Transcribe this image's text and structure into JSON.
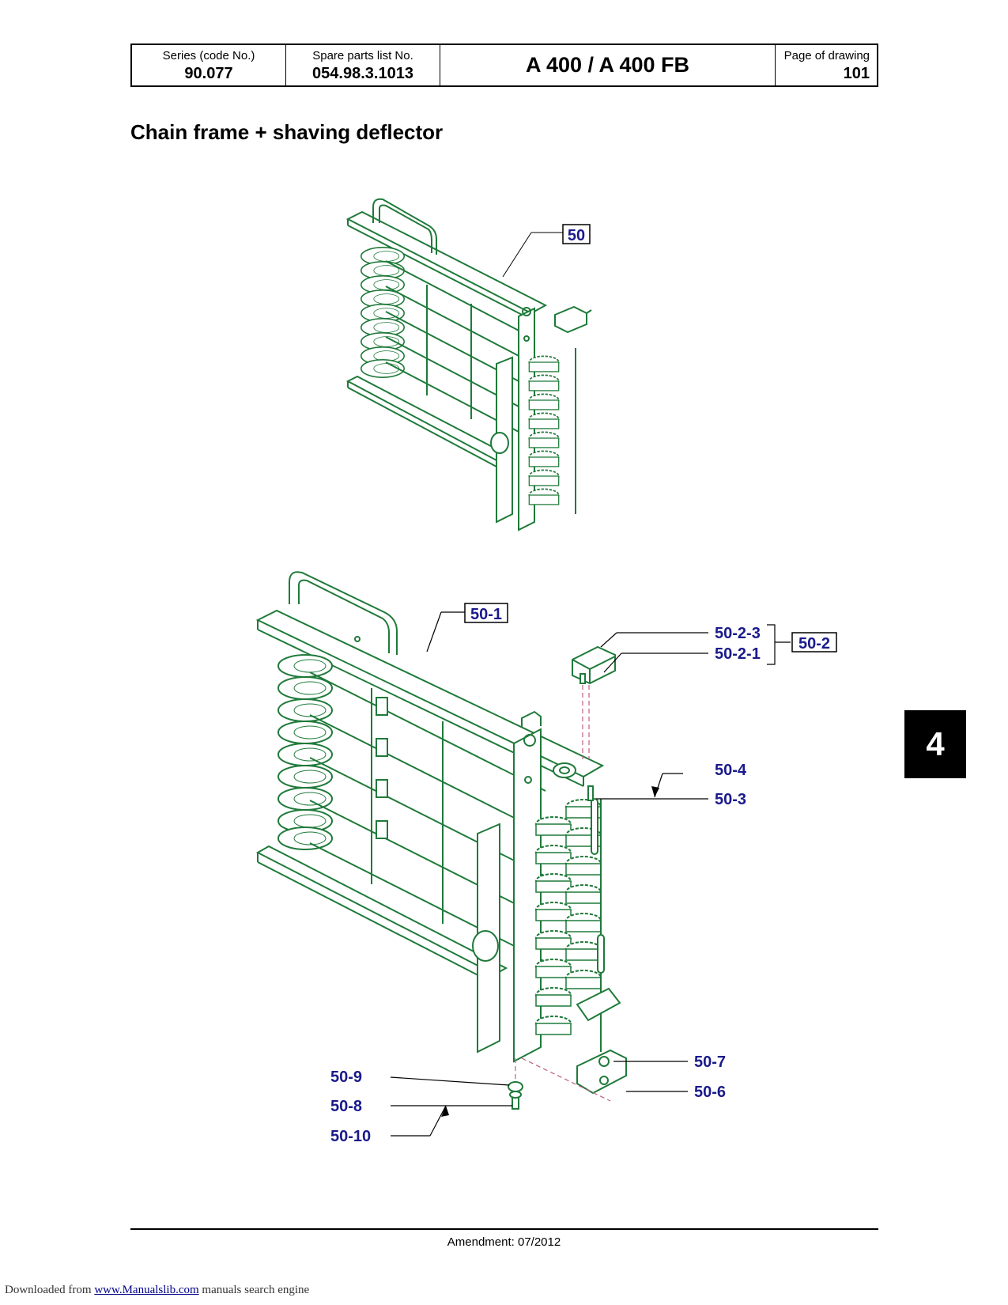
{
  "header": {
    "series_label": "Series (code No.)",
    "series_value": "90.077",
    "spare_label": "Spare parts list No.",
    "spare_value": "054.98.3.1013",
    "model": "A 400 / A 400 FB",
    "page_label": "Page of drawing",
    "page_value": "101"
  },
  "title": "Chain frame + shaving deflector",
  "callouts": {
    "c50": "50",
    "c50_1": "50-1",
    "c50_2": "50-2",
    "c50_2_3": "50-2-3",
    "c50_2_1": "50-2-1",
    "c50_4": "50-4",
    "c50_3": "50-3",
    "c50_7": "50-7",
    "c50_6": "50-6",
    "c50_9": "50-9",
    "c50_8": "50-8",
    "c50_10": "50-10"
  },
  "section_tab": "4",
  "footer": {
    "amendment": "Amendment: 07/2012",
    "downloaded_prefix": "Downloaded from",
    "downloaded_link": "www.Manualslib.com",
    "downloaded_suffix": "manuals search engine"
  },
  "colors": {
    "line": "#1f7a3a",
    "callout": "#1a1a8c",
    "dash": "#c06080"
  }
}
